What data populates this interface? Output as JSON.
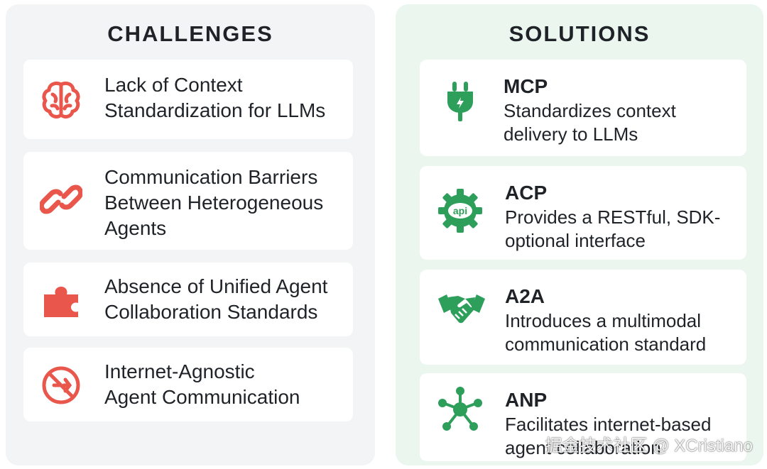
{
  "challenges": {
    "title": "CHALLENGES",
    "items": [
      {
        "icon": "brain-icon",
        "lines": [
          "Lack of Context",
          "Standardization for LLMs"
        ]
      },
      {
        "icon": "chain-link-icon",
        "lines": [
          "Communication Barriers",
          "Between Heterogeneous",
          "Agents"
        ]
      },
      {
        "icon": "puzzle-piece-icon",
        "lines": [
          "Absence of Unified Agent",
          "Collaboration Standards"
        ]
      },
      {
        "icon": "no-connection-icon",
        "lines": [
          "Internet-Agnostic",
          "Agent Communication"
        ]
      }
    ]
  },
  "solutions": {
    "title": "SOLUTIONS",
    "items": [
      {
        "icon": "plug-icon",
        "name": "MCP",
        "lines": [
          "Standardizes context",
          "delivery to LLMs"
        ]
      },
      {
        "icon": "api-gear-icon",
        "name": "ACP",
        "lines": [
          "Provides a RESTful, SDK-",
          "optional interface"
        ]
      },
      {
        "icon": "handshake-icon",
        "name": "A2A",
        "lines": [
          "Introduces a multimodal",
          "communication standard"
        ]
      },
      {
        "icon": "network-hub-icon",
        "name": "ANP",
        "lines": [
          "Facilitates internet-based",
          "agent collaboration"
        ]
      }
    ]
  },
  "watermark": "掘金技术社区 @ XCristiano",
  "colors": {
    "challenge_accent": "#e9564b",
    "solution_accent": "#2e9e5b"
  }
}
